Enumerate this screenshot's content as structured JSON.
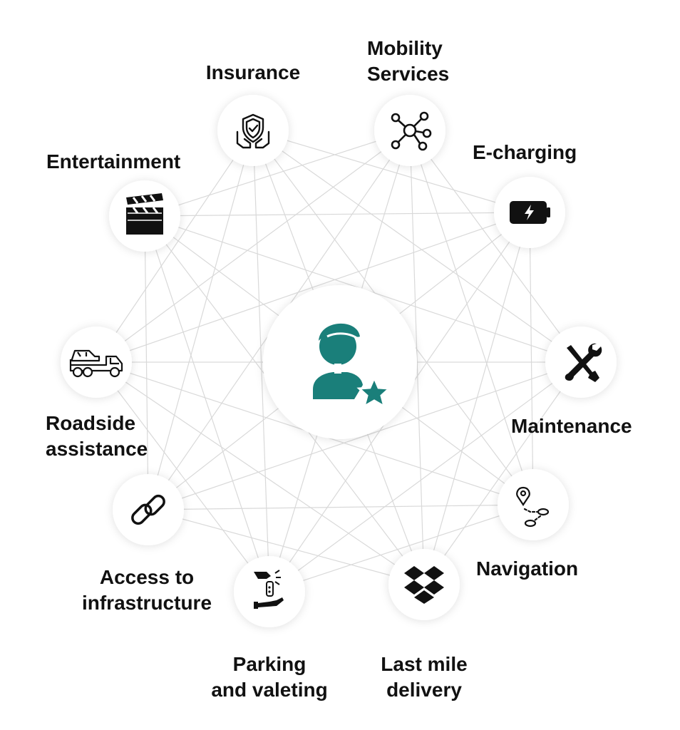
{
  "colors": {
    "accent": "#1a7f7a",
    "lines": "#d9d9d9",
    "icon": "#111111"
  },
  "hub": {
    "icon": "customer-star-icon"
  },
  "nodes": [
    {
      "id": "insurance",
      "label": "Insurance",
      "icon": "shield-hands-icon"
    },
    {
      "id": "mobility",
      "label": "Mobility\nServices",
      "icon": "network-icon"
    },
    {
      "id": "echarging",
      "label": "E-charging",
      "icon": "battery-icon"
    },
    {
      "id": "maintenance",
      "label": "Maintenance",
      "icon": "tools-icon"
    },
    {
      "id": "navigation",
      "label": "Navigation",
      "icon": "route-pin-icon"
    },
    {
      "id": "lastmile",
      "label": "Last mile\ndelivery",
      "icon": "dropbox-icon"
    },
    {
      "id": "parking",
      "label": "Parking\nand valeting",
      "icon": "key-handover-icon"
    },
    {
      "id": "access",
      "label": "Access to\ninfrastructure",
      "icon": "link-icon"
    },
    {
      "id": "roadside",
      "label": "Roadside\nassistance",
      "icon": "tow-truck-icon"
    },
    {
      "id": "entertainment",
      "label": "Entertainment",
      "icon": "clapperboard-icon"
    }
  ]
}
